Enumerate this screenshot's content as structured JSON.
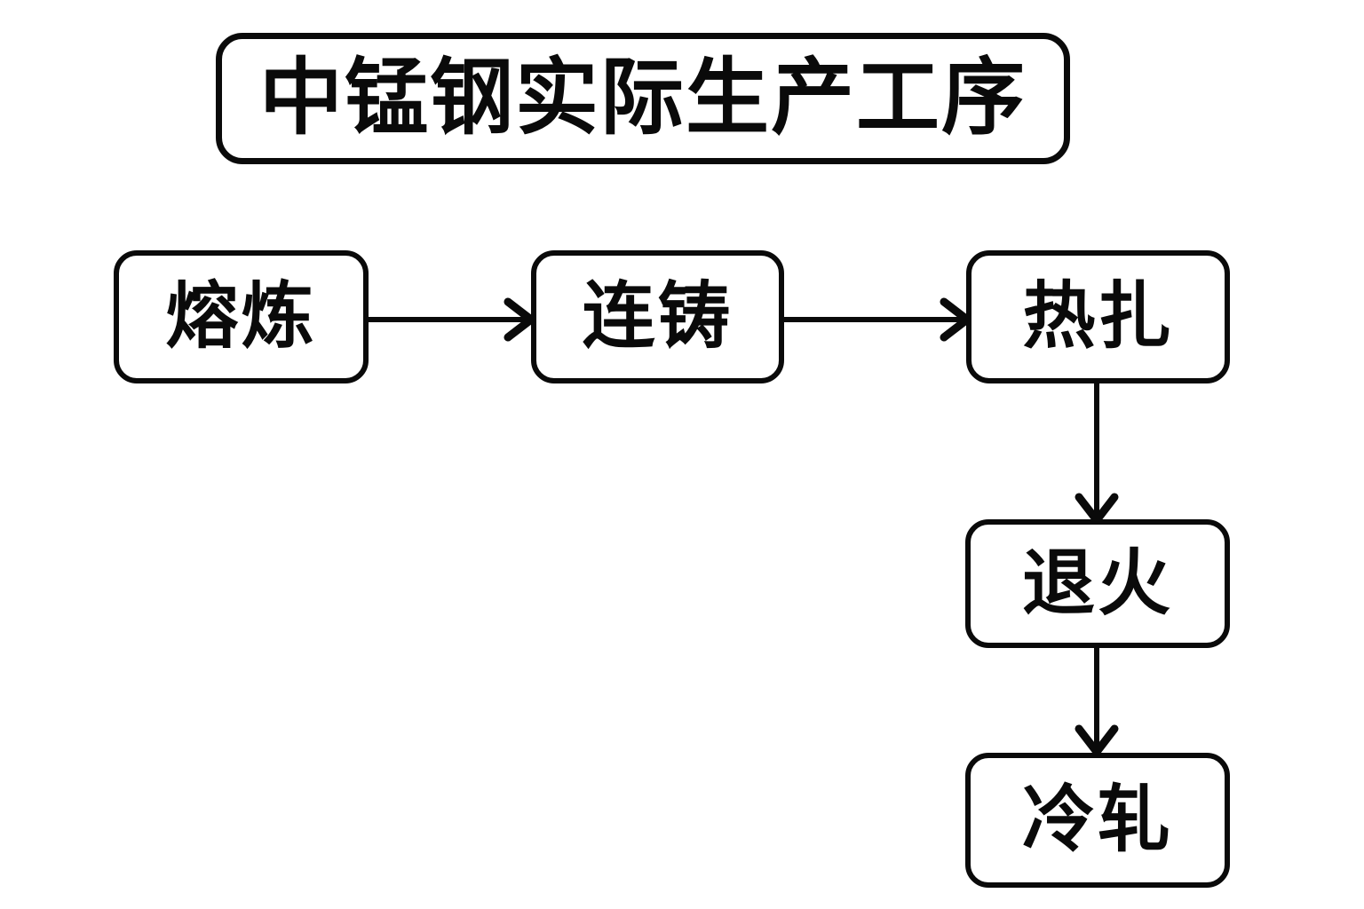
{
  "diagram": {
    "title": "中锰钢实际生产工序",
    "background_color": "#ffffff",
    "line_color": "#0a0a0a",
    "nodes": [
      {
        "id": "smelting",
        "label": "熔炼"
      },
      {
        "id": "casting",
        "label": "连铸"
      },
      {
        "id": "hotroll",
        "label": "热扎"
      },
      {
        "id": "anneal",
        "label": "退火"
      },
      {
        "id": "coldroll",
        "label": "冷轧"
      }
    ],
    "edges": [
      {
        "from": "smelting",
        "to": "casting",
        "direction": "right"
      },
      {
        "from": "casting",
        "to": "hotroll",
        "direction": "right"
      },
      {
        "from": "hotroll",
        "to": "anneal",
        "direction": "down"
      },
      {
        "from": "anneal",
        "to": "coldroll",
        "direction": "down"
      }
    ]
  }
}
